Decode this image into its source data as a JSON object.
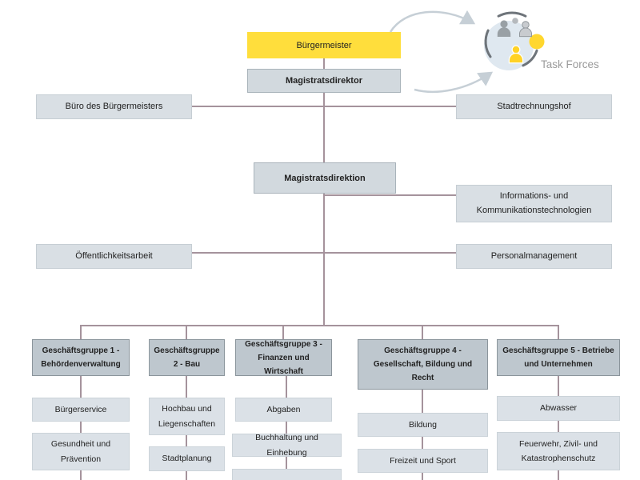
{
  "nodes": {
    "buergermeister": "Bürgermeister",
    "magistratsdirektor": "Magistratsdirektor",
    "buero_des_buergermeisters": "Büro des Bürgermeisters",
    "stadtrechnungshof": "Stadtrechnungshof",
    "magistratsdirektion": "Magistratsdirektion",
    "informations_und_kommunikationstechnologien": "Informations- und Kommunikationstechnologien",
    "oeffentlichkeitsarbeit": "Öffentlichkeitsarbeit",
    "personalmanagement": "Personalmanagement"
  },
  "task_forces": {
    "label": "Task Forces"
  },
  "groups": [
    {
      "title": "Geschäftsgruppe 1 - Behördenverwaltung",
      "items": [
        "Bürgerservice",
        "Gesundheit und Prävention"
      ]
    },
    {
      "title": "Geschäftsgruppe 2 - Bau",
      "items": [
        "Hochbau und Liegenschaften",
        "Stadtplanung"
      ]
    },
    {
      "title": "Geschäftsgruppe 3 - Finanzen und Wirtschaft",
      "items": [
        "Abgaben",
        "Buchhaltung und Einhebung"
      ]
    },
    {
      "title": "Geschäftsgruppe 4 - Gesellschaft, Bildung und Recht",
      "items": [
        "Bildung",
        "Freizeit und Sport"
      ]
    },
    {
      "title": "Geschäftsgruppe 5 - Betriebe und Unternehmen",
      "items": [
        "Abwasser",
        "Feuerwehr, Zivil- und Katastrophenschutz"
      ]
    }
  ],
  "colors": {
    "highlight_yellow": "#FFDE3C",
    "header_box": "#d2d9de",
    "group_header_box": "#bec7ce",
    "sub_box": "#dbe1e7",
    "connector": "#A5939C",
    "arrow": "#c6cfd6",
    "icon_person_gray": "#99a0a5",
    "icon_person_yellow": "#ffd226",
    "icon_circle_blue": "#dfe8f0",
    "icon_circle_yellow": "#FFD72E",
    "task_forces_text": "#9a9a9a"
  }
}
